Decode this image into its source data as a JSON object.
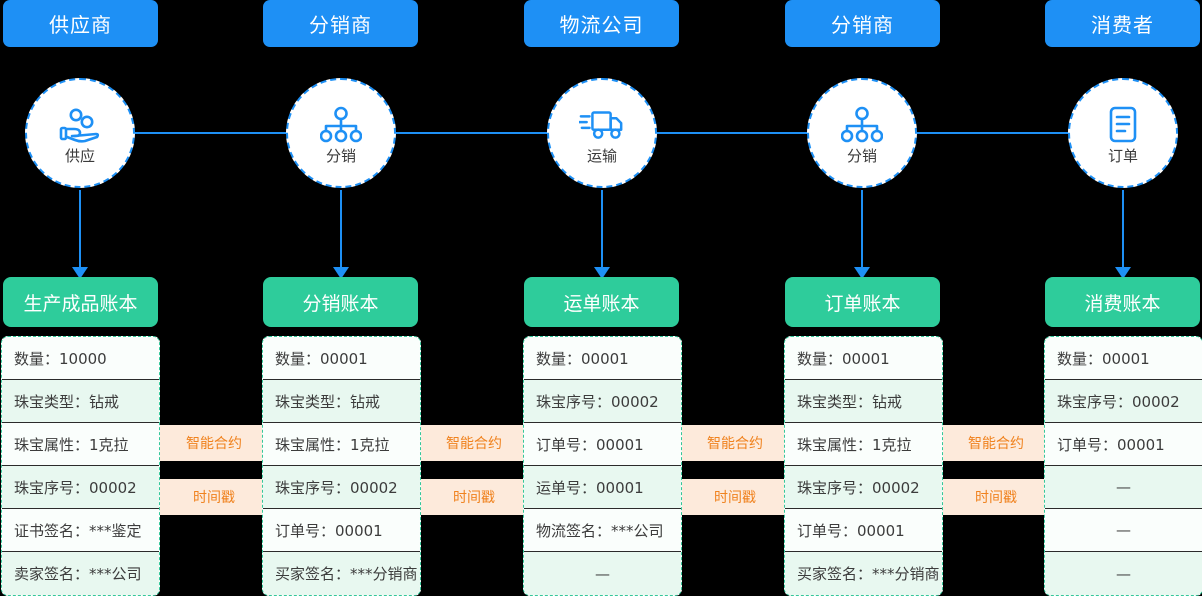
{
  "colors": {
    "role_header_bg": "#1E90F5",
    "node_border": "#1E90F5",
    "ledger_title_bg": "#2ECC9B",
    "ledger_border": "#35C79A",
    "band_bg": "#FDEADB",
    "band_text": "#F0821E",
    "row_bg": "#FAFEFC",
    "row_bg_alt": "#E8F8F0",
    "canvas_bg": "#000000"
  },
  "roles": [
    {
      "label": "供应商"
    },
    {
      "label": "分销商"
    },
    {
      "label": "物流公司"
    },
    {
      "label": "分销商"
    },
    {
      "label": "消费者"
    }
  ],
  "nodes": [
    {
      "label": "供应",
      "icon": "hand-coins-icon"
    },
    {
      "label": "分销",
      "icon": "node-tree-icon"
    },
    {
      "label": "运输",
      "icon": "delivery-truck-icon"
    },
    {
      "label": "分销",
      "icon": "node-tree-icon"
    },
    {
      "label": "订单",
      "icon": "document-order-icon"
    }
  ],
  "ledgers": [
    {
      "title": "生产成品账本",
      "rows": [
        "数量：10000",
        "珠宝类型：钻戒",
        "珠宝属性：1克拉",
        "珠宝序号：00002",
        "证书签名：***鉴定",
        "卖家签名：***公司"
      ]
    },
    {
      "title": "分销账本",
      "rows": [
        "数量：00001",
        "珠宝类型：钻戒",
        "珠宝属性：1克拉",
        "珠宝序号：00002",
        "订单号：00001",
        "买家签名：***分销商"
      ]
    },
    {
      "title": "运单账本",
      "rows": [
        "数量：00001",
        "珠宝序号：00002",
        "订单号：00001",
        "运单号：00001",
        "物流签名：***公司",
        "—"
      ]
    },
    {
      "title": "订单账本",
      "rows": [
        "数量：00001",
        "珠宝类型：钻戒",
        "珠宝属性：1克拉",
        "珠宝序号：00002",
        "订单号：00001",
        "买家签名：***分销商"
      ]
    },
    {
      "title": "消费账本",
      "rows": [
        "数量：00001",
        "珠宝序号：00002",
        "订单号：00001",
        "—",
        "—",
        "—"
      ]
    }
  ],
  "bands": [
    {
      "contract_label": "智能合约",
      "timestamp_label": "时间戳"
    },
    {
      "contract_label": "智能合约",
      "timestamp_label": "时间戳"
    },
    {
      "contract_label": "智能合约",
      "timestamp_label": "时间戳"
    },
    {
      "contract_label": "智能合约",
      "timestamp_label": "时间戳"
    }
  ]
}
